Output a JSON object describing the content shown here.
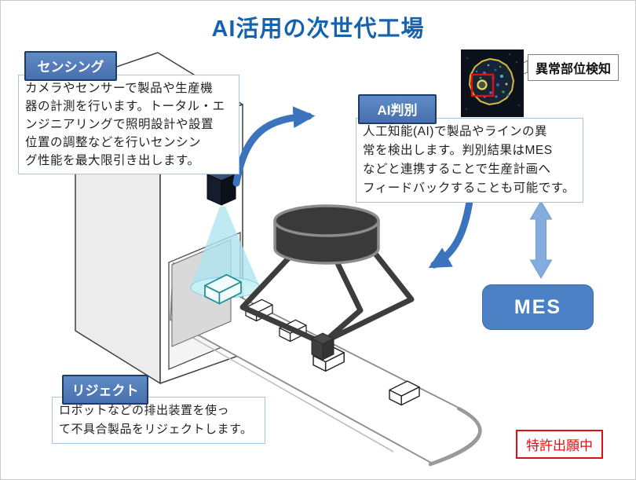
{
  "title": "AI活用の次世代工場",
  "callouts": {
    "sensing": {
      "label": "センシング",
      "body": "カメラやセンサーで製品や生産機\n器の計測を行います。トータル・エ\nンジニアリングで照明設計や設置\n位置の調整などを行いセンシン\nグ性能を最大限引き出します。"
    },
    "ai": {
      "label": "AI判別",
      "body": "人工知能(AI)で製品やラインの異\n常を検出します。判別結果はMES\nなどと連携することで生産計画へ\nフィードバックすることも可能です。"
    },
    "reject": {
      "label": "リジェクト",
      "body": "ロボットなどの排出装置を使っ\nて不具合製品をリジェクトします。"
    }
  },
  "labels": {
    "anomaly": "異常部位検知",
    "mes": "MES",
    "patent": "特許出願中"
  },
  "colors": {
    "title_blue": "#1563ae",
    "header_blue": "#4c79b5",
    "header_border": "#1b3c6b",
    "box_border": "#a9c6e0",
    "mes_blue": "#4b80c4",
    "flow_arrow_blue": "#3b74bc",
    "double_arrow_blue": "#84acdc",
    "patent_red": "#e01010",
    "light_cone_cyan": "#bceaf2",
    "anomaly_outline_yellow": "#d7b93f",
    "anomaly_marker_red": "#e01010"
  }
}
